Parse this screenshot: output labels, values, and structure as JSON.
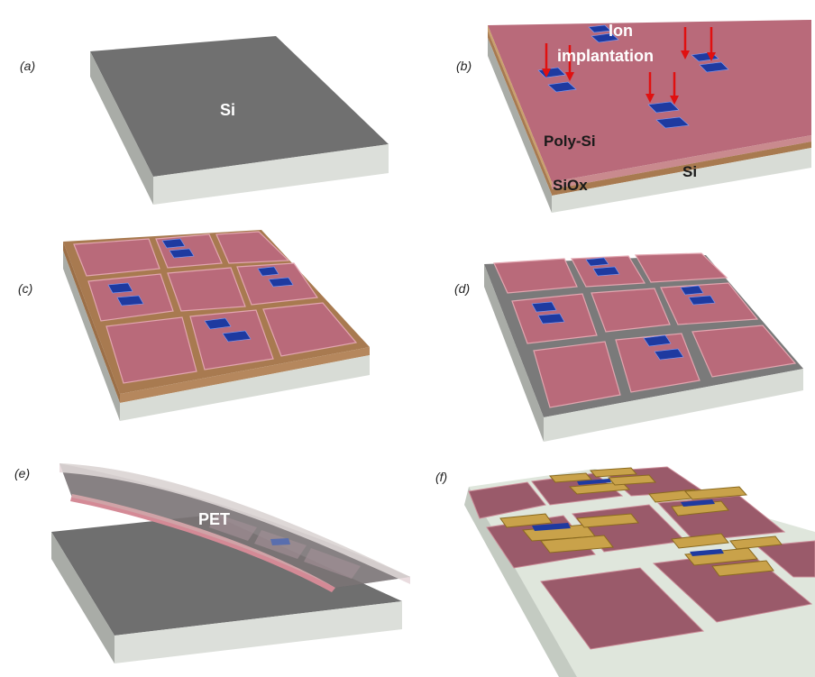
{
  "panels": {
    "a": {
      "tag": "(a)",
      "label": "Si"
    },
    "b": {
      "tag": "(b)",
      "ion": "Ion",
      "implantation": "implantation",
      "polysi": "Poly-Si",
      "siox": "SiOx",
      "si": "Si"
    },
    "c": {
      "tag": "(c)"
    },
    "d": {
      "tag": "(d)"
    },
    "e": {
      "tag": "(e)",
      "pet": "PET"
    },
    "f": {
      "tag": "(f)"
    }
  },
  "colors": {
    "si_top": "#6f6f6f",
    "si_side": "#d8dcd6",
    "polysi": "#b96a7a",
    "siox": "#a87a50",
    "implant": "#1e3aa0",
    "arrow": "#e01010",
    "metal": "#c9a24a"
  }
}
